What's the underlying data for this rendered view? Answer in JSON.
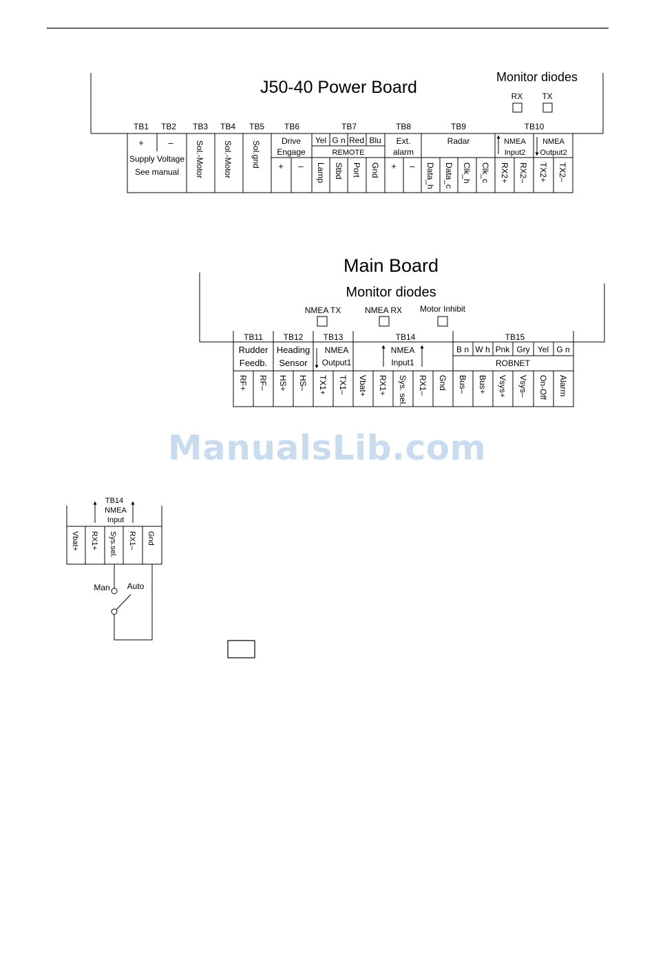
{
  "power_board": {
    "title": "J50-40 Power Board",
    "monitor_label": "Monitor diodes",
    "diodes": [
      "RX",
      "TX"
    ],
    "tb_labels": [
      "TB1",
      "TB2",
      "TB3",
      "TB4",
      "TB5",
      "TB6",
      "TB7",
      "TB8",
      "TB9",
      "TB10"
    ],
    "tb1_plus": "+",
    "tb2_minus": "–",
    "supply_line1": "Supply Voltage",
    "supply_line2": "See manual",
    "tb3": "Sol.-Motor",
    "tb4": "Sol.-Motor",
    "tb5": "Sol.gnd",
    "drive_line1": "Drive",
    "drive_line2": "Engage",
    "drive_plus": "+",
    "drive_minus": "–",
    "remote_colors": [
      "Yel",
      "G n",
      "Red",
      "Blu"
    ],
    "remote_label": "REMOTE",
    "remote_terms": [
      "Lamp",
      "Stbd",
      "Port",
      "Gnd"
    ],
    "ext_line1": "Ext.",
    "ext_line2": "alarm",
    "ext_plus": "+",
    "ext_minus": "–",
    "radar_label": "Radar",
    "radar_terms": [
      "Data_h",
      "Data_c",
      "Clk_h",
      "Clk_c"
    ],
    "nmea_in_line1": "NMEA",
    "nmea_in_line2": "Input2",
    "nmea_in_terms": [
      "RX2+",
      "RX2–"
    ],
    "nmea_out_line1": "NMEA",
    "nmea_out_line2": "Output2",
    "nmea_out_terms": [
      "TX2+",
      "TX2–"
    ]
  },
  "main_board": {
    "title": "Main Board",
    "monitor_label": "Monitor diodes",
    "diodes": [
      "NMEA TX",
      "NMEA RX",
      "Motor Inhibit"
    ],
    "tb_labels": [
      "TB11",
      "TB12",
      "TB13",
      "TB14",
      "TB15"
    ],
    "rudder_line1": "Rudder",
    "rudder_line2": "Feedb.",
    "heading_line1": "Heading",
    "heading_line2": "Sensor",
    "nmea_out_line1": "NMEA",
    "nmea_out_line2": "Output1",
    "nmea_in_line1": "NMEA",
    "nmea_in_line2": "Input1",
    "robnet_colors": [
      "B n",
      "W h",
      "Pnk",
      "Gry",
      "Yel",
      "G n"
    ],
    "robnet_label": "ROBNET",
    "terms": [
      "RF+",
      "RF–",
      "HS+",
      "HS–",
      "TX1+",
      "TX1–",
      "Vbat+",
      "RX1+",
      "Sys. sel.",
      "RX1–",
      "Gnd",
      "Bus–",
      "Bus+",
      "Vsys+",
      "Vsys–",
      "On-Off",
      "Alarm"
    ]
  },
  "switch_diagram": {
    "tb_label": "TB14",
    "nmea_label": "NMEA",
    "input_label": "Input",
    "terms": [
      "Vbat+",
      "RX1+",
      "Sys.sel.",
      "RX1–",
      "Gnd"
    ],
    "man_label": "Man",
    "auto_label": "Auto"
  },
  "watermark": "ManualsLib.com"
}
